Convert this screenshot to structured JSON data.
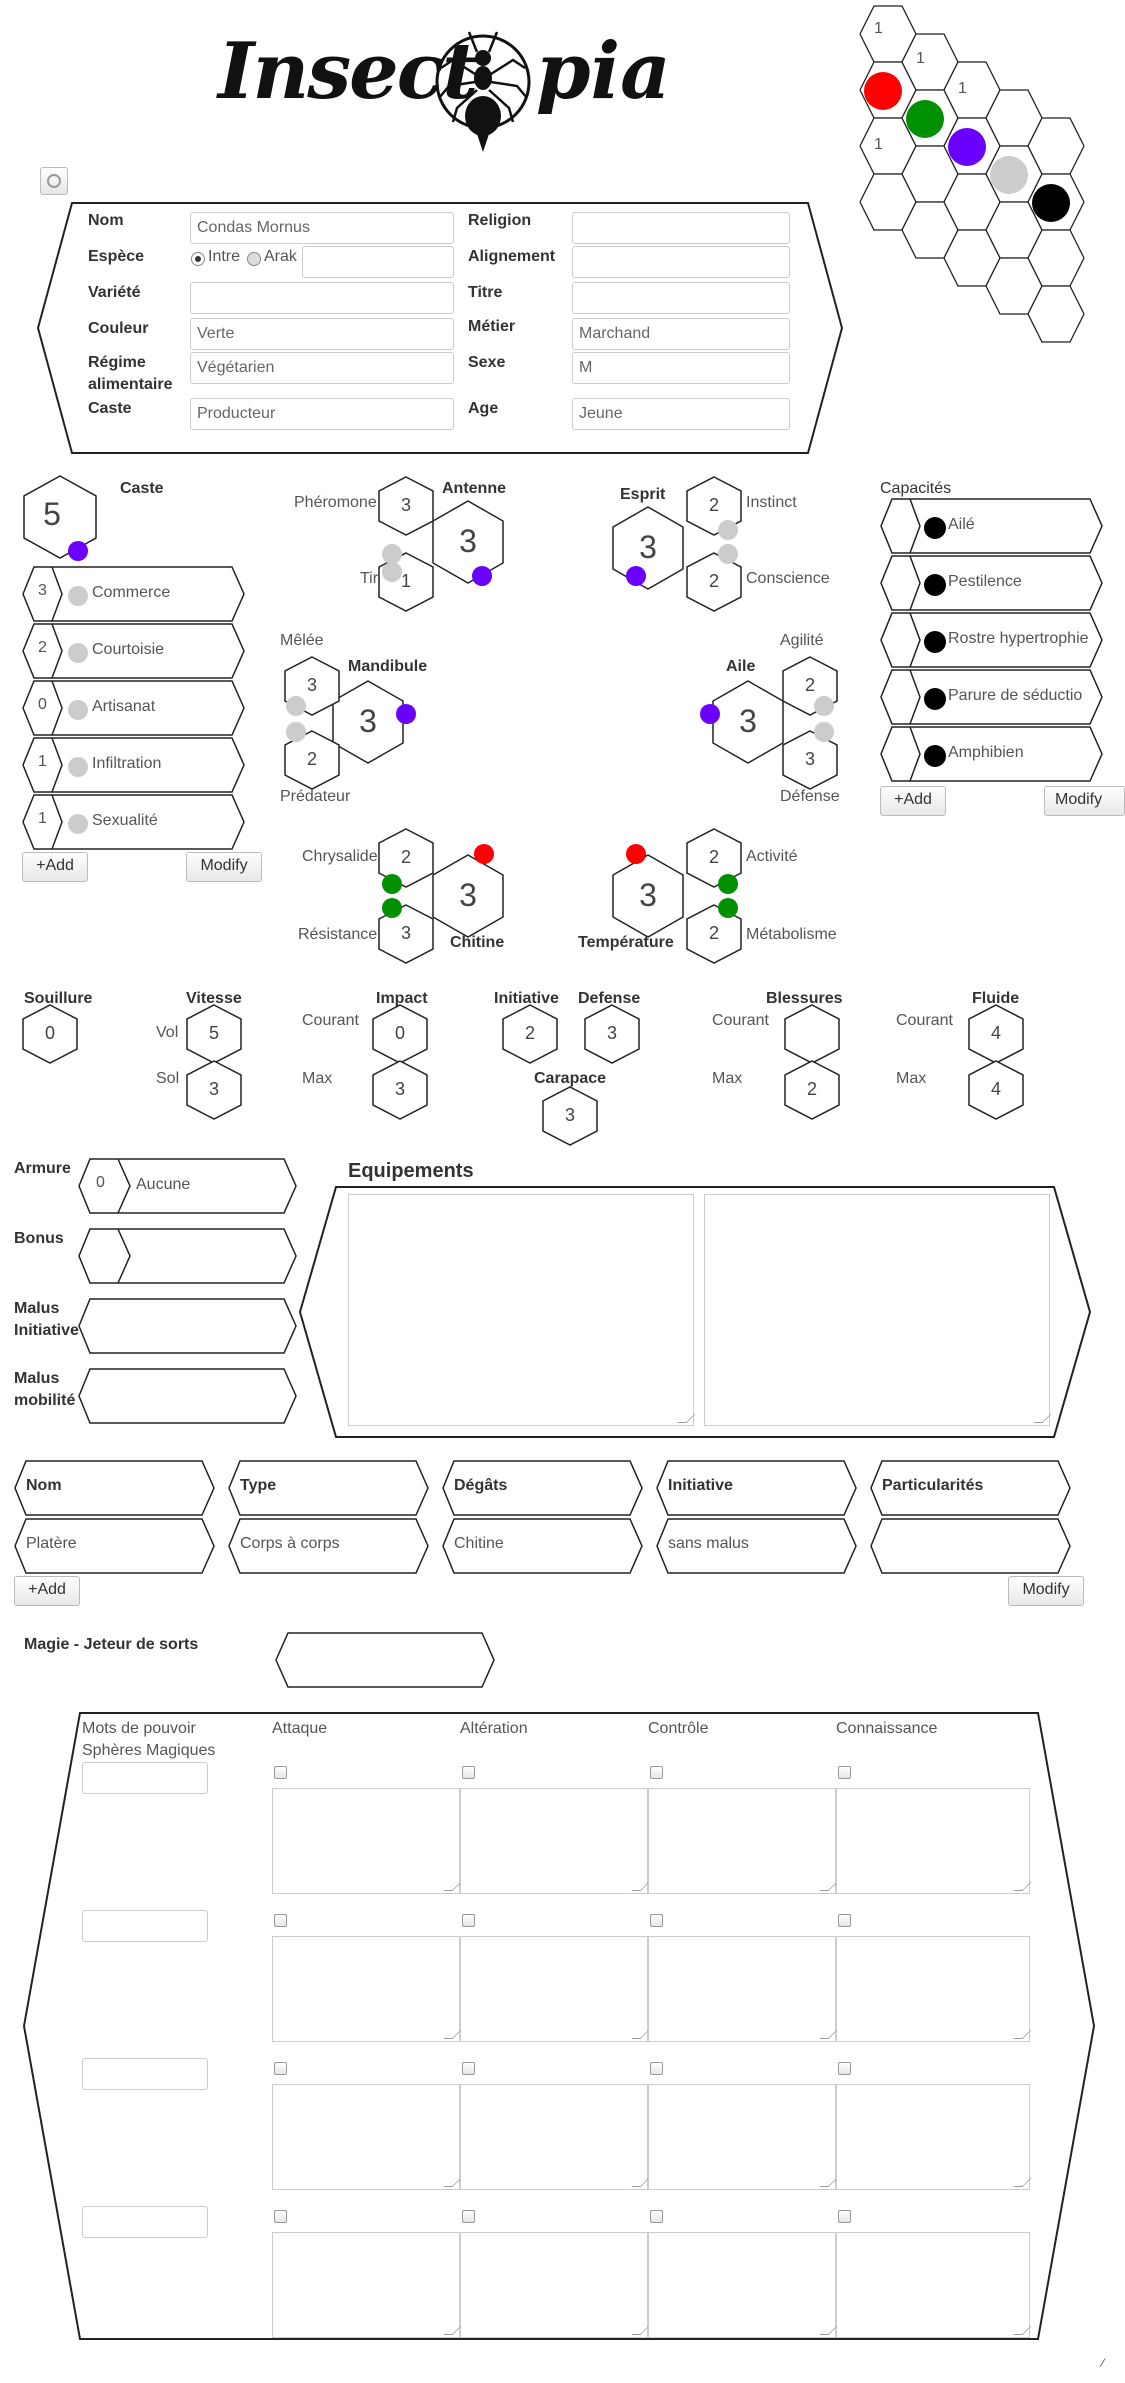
{
  "logo": {
    "text_left": "Insect",
    "text_right": "pia"
  },
  "identity": {
    "nom_label": "Nom",
    "nom_value": "Condas Mornus",
    "espece_label": "Espèce",
    "espece_opt1": "Intre",
    "espece_opt2": "Arak",
    "variete_label": "Variété",
    "couleur_label": "Couleur",
    "couleur_value": "Verte",
    "regime_label_1": "Régime",
    "regime_label_2": "alimentaire",
    "regime_value": "Végétarien",
    "caste_label": "Caste",
    "caste_value": "Producteur",
    "religion_label": "Religion",
    "alignement_label": "Alignement",
    "titre_label": "Titre",
    "metier_label": "Métier",
    "metier_value": "Marchand",
    "sexe_label": "Sexe",
    "sexe_value": "M",
    "age_label": "Age",
    "age_value": "Jeune"
  },
  "hexgrid": {
    "labels": [
      "1",
      "1",
      "1",
      "1"
    ]
  },
  "caste_block": {
    "title": "Caste",
    "value": "5",
    "skills": [
      {
        "value": "3",
        "name": "Commerce"
      },
      {
        "value": "2",
        "name": "Courtoisie"
      },
      {
        "value": "0",
        "name": "Artisanat"
      },
      {
        "value": "1",
        "name": "Infiltration"
      },
      {
        "value": "1",
        "name": "Sexualité"
      }
    ],
    "add": "+Add",
    "modify": "Modify"
  },
  "attributes": {
    "antenne": {
      "title": "Antenne",
      "value": "3",
      "sub1_label": "Phéromone",
      "sub1_value": "3",
      "sub2_label": "Tir",
      "sub2_value": "1"
    },
    "esprit": {
      "title": "Esprit",
      "value": "3",
      "sub1_label": "Instinct",
      "sub1_value": "2",
      "sub2_label": "Conscience",
      "sub2_value": "2"
    },
    "mandibule": {
      "title": "Mandibule",
      "value": "3",
      "sub1_label": "Mêlée",
      "sub1_value": "3",
      "sub2_label": "Prédateur",
      "sub2_value": "2"
    },
    "aile": {
      "title": "Aile",
      "value": "3",
      "sub1_label": "Agilité",
      "sub1_value": "2",
      "sub2_label": "Défense",
      "sub2_value": "3"
    },
    "chitine": {
      "title": "Chitine",
      "value": "3",
      "sub1_label": "Chrysalide",
      "sub1_value": "2",
      "sub2_label": "Résistance",
      "sub2_value": "3"
    },
    "temperature": {
      "title": "Température",
      "value": "3",
      "sub1_label": "Activité",
      "sub1_value": "2",
      "sub2_label": "Métabolisme",
      "sub2_value": "2"
    }
  },
  "capacites": {
    "title": "Capacités",
    "items": [
      "Ailé",
      "Pestilence",
      "Rostre hypertrophie",
      "Parure de séductio",
      "Amphibien"
    ],
    "add": "+Add",
    "modify": "Modify"
  },
  "stats": {
    "souillure_label": "Souillure",
    "souillure_value": "0",
    "vitesse_label": "Vitesse",
    "vol_label": "Vol",
    "vol_value": "5",
    "sol_label": "Sol",
    "sol_value": "3",
    "impact_label": "Impact",
    "impact_courant_label": "Courant",
    "impact_courant": "0",
    "impact_max_label": "Max",
    "impact_max": "3",
    "initiative_label": "Initiative",
    "initiative_value": "2",
    "defense_label": "Defense",
    "defense_value": "3",
    "carapace_label": "Carapace",
    "carapace_value": "3",
    "blessures_label": "Blessures",
    "bl_courant_label": "Courant",
    "bl_courant": "",
    "bl_max_label": "Max",
    "bl_max": "2",
    "fluide_label": "Fluide",
    "fl_courant_label": "Courant",
    "fl_courant": "4",
    "fl_max_label": "Max",
    "fl_max": "4"
  },
  "armure": {
    "armure_label": "Armure",
    "armure_value": "0",
    "armure_name": "Aucune",
    "bonus_label": "Bonus",
    "malus_init_label_1": "Malus",
    "malus_init_label_2": "Initiative",
    "malus_mob_label_1": "Malus",
    "malus_mob_label_2": "mobilité"
  },
  "equipements": {
    "title": "Equipements"
  },
  "weapons": {
    "headers": [
      "Nom",
      "Type",
      "Dégâts",
      "Initiative",
      "Particularités"
    ],
    "row": [
      "Platère",
      "Corps à corps",
      "Chitine",
      "sans malus",
      ""
    ],
    "add": "+Add",
    "modify": "Modify"
  },
  "magie": {
    "title": "Magie - Jeteur de sorts",
    "col0_1": "Mots de pouvoir",
    "col0_2": "Sphères Magiques",
    "cols": [
      "Attaque",
      "Altération",
      "Contrôle",
      "Connaissance"
    ]
  },
  "footer": {
    "mark": "⁄"
  }
}
